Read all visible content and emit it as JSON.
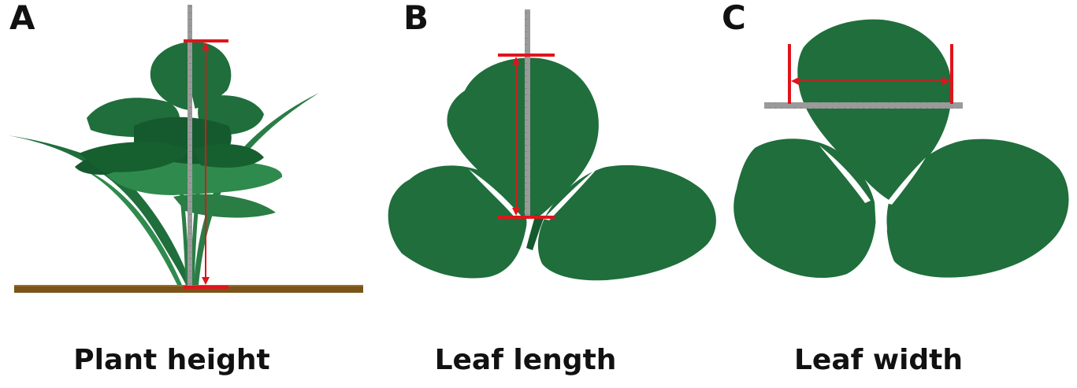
{
  "panels": [
    {
      "letter": "A",
      "caption": "Plant height"
    },
    {
      "letter": "B",
      "caption": "Leaf length"
    },
    {
      "letter": "C",
      "caption": "Leaf width"
    }
  ],
  "colors": {
    "leaf": "#1f6e3c",
    "leaf_dark": "#155a2e",
    "leaf_light": "#2f8a4e",
    "measure": "#e0141c",
    "ruler": "#9a9a9a",
    "soil": "#7a5418"
  }
}
